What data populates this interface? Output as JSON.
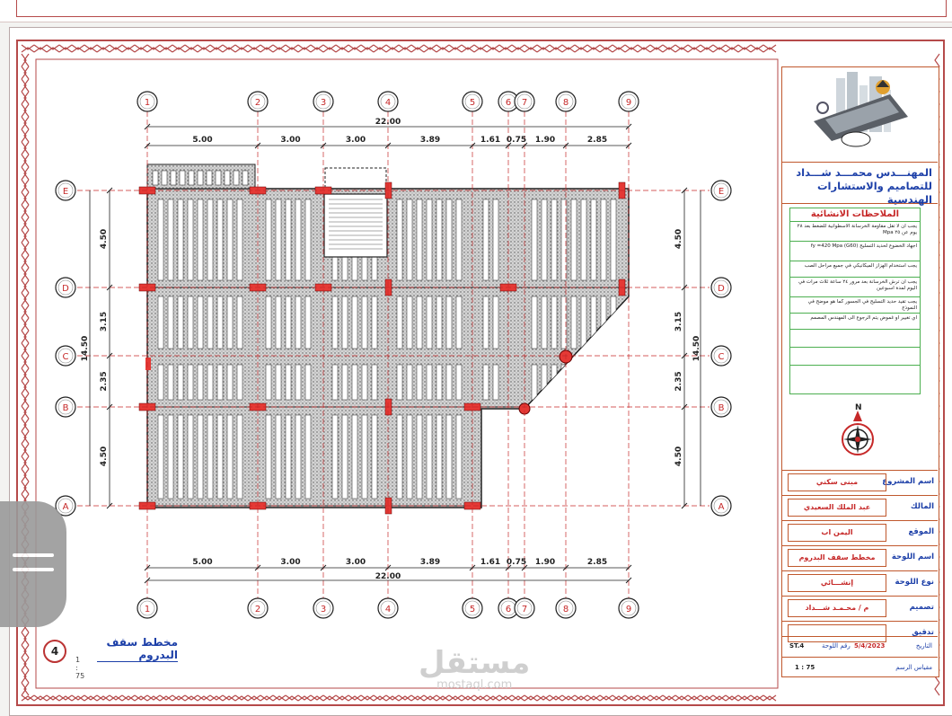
{
  "drawing": {
    "grid_columns": [
      "1",
      "2",
      "3",
      "4",
      "5",
      "6",
      "7",
      "8",
      "9"
    ],
    "grid_rows": [
      "E",
      "D",
      "C",
      "B",
      "A"
    ],
    "col_spacings": [
      "5.00",
      "3.00",
      "3.00",
      "3.89",
      "1.61",
      "0.75",
      "1.90",
      "2.85"
    ],
    "total_width": "22.00",
    "row_spacings": [
      "4.50",
      "3.15",
      "2.35",
      "4.50"
    ],
    "total_height": "14.50",
    "caption_title": "مخطط سقف البدروم",
    "caption_number": "4",
    "caption_scale": "1 : 75"
  },
  "title_block": {
    "company_line1": "المهنـــدس محمـــد شـــداد",
    "company_line2": "للتصاميم والاستشارات الهندسية",
    "notes_title": "الملاحظات الانشائية",
    "notes": [
      "يجب ان لا تقل مقاومة الخرسانة الاسطوانية للضغط بعد ٢٨ يوم عن ٢٥ Mpa",
      "اجهاد الخضوع لحديد التسليح fy =420 Mpa (G60)",
      "يجب استخدام الهزاز الميكانيكي في جميع مراحل الصب",
      "يجب ان ترش الخرسانة بعد مرور ٢٤ ساعة ثلاث مرات في اليوم لمدة اسبوعين",
      "يجب تقيد حديد التسليح في الجسور كما هو موضح في النموذج",
      "اي تغيير او غموض يتم الرجوع الى المهندس المصمم"
    ],
    "compass_label": "N",
    "fields": [
      {
        "key": "اسم المشروع",
        "value": "مبنى سكني"
      },
      {
        "key": "المالك",
        "value": "عبد الملك السعيدي"
      },
      {
        "key": "الموقع",
        "value": "اليمن اب"
      },
      {
        "key": "اسم اللوحة",
        "value": "مخطط سقف البدروم"
      },
      {
        "key": "نوع اللوحة",
        "value": "إنشـــائي"
      },
      {
        "key": "تصميم",
        "value": "م / محـمـد شـــداد"
      },
      {
        "key": "تدقيق",
        "value": ""
      }
    ],
    "sheet_code": "ST.4",
    "sheet_no_label": "رقم اللوحة",
    "date_label": "التاريخ",
    "date": "5/4/2023",
    "scale": "1 : 75",
    "scale_label": "مقياس الرسم"
  },
  "watermark": {
    "arabic": "مستقل",
    "latin": "mostaql.com"
  },
  "colors": {
    "frame": "#b54a4a",
    "title_block": "#c0582d",
    "notes_border": "#4caf50",
    "company_text": "#1c3fa8",
    "column": "#e53935"
  }
}
